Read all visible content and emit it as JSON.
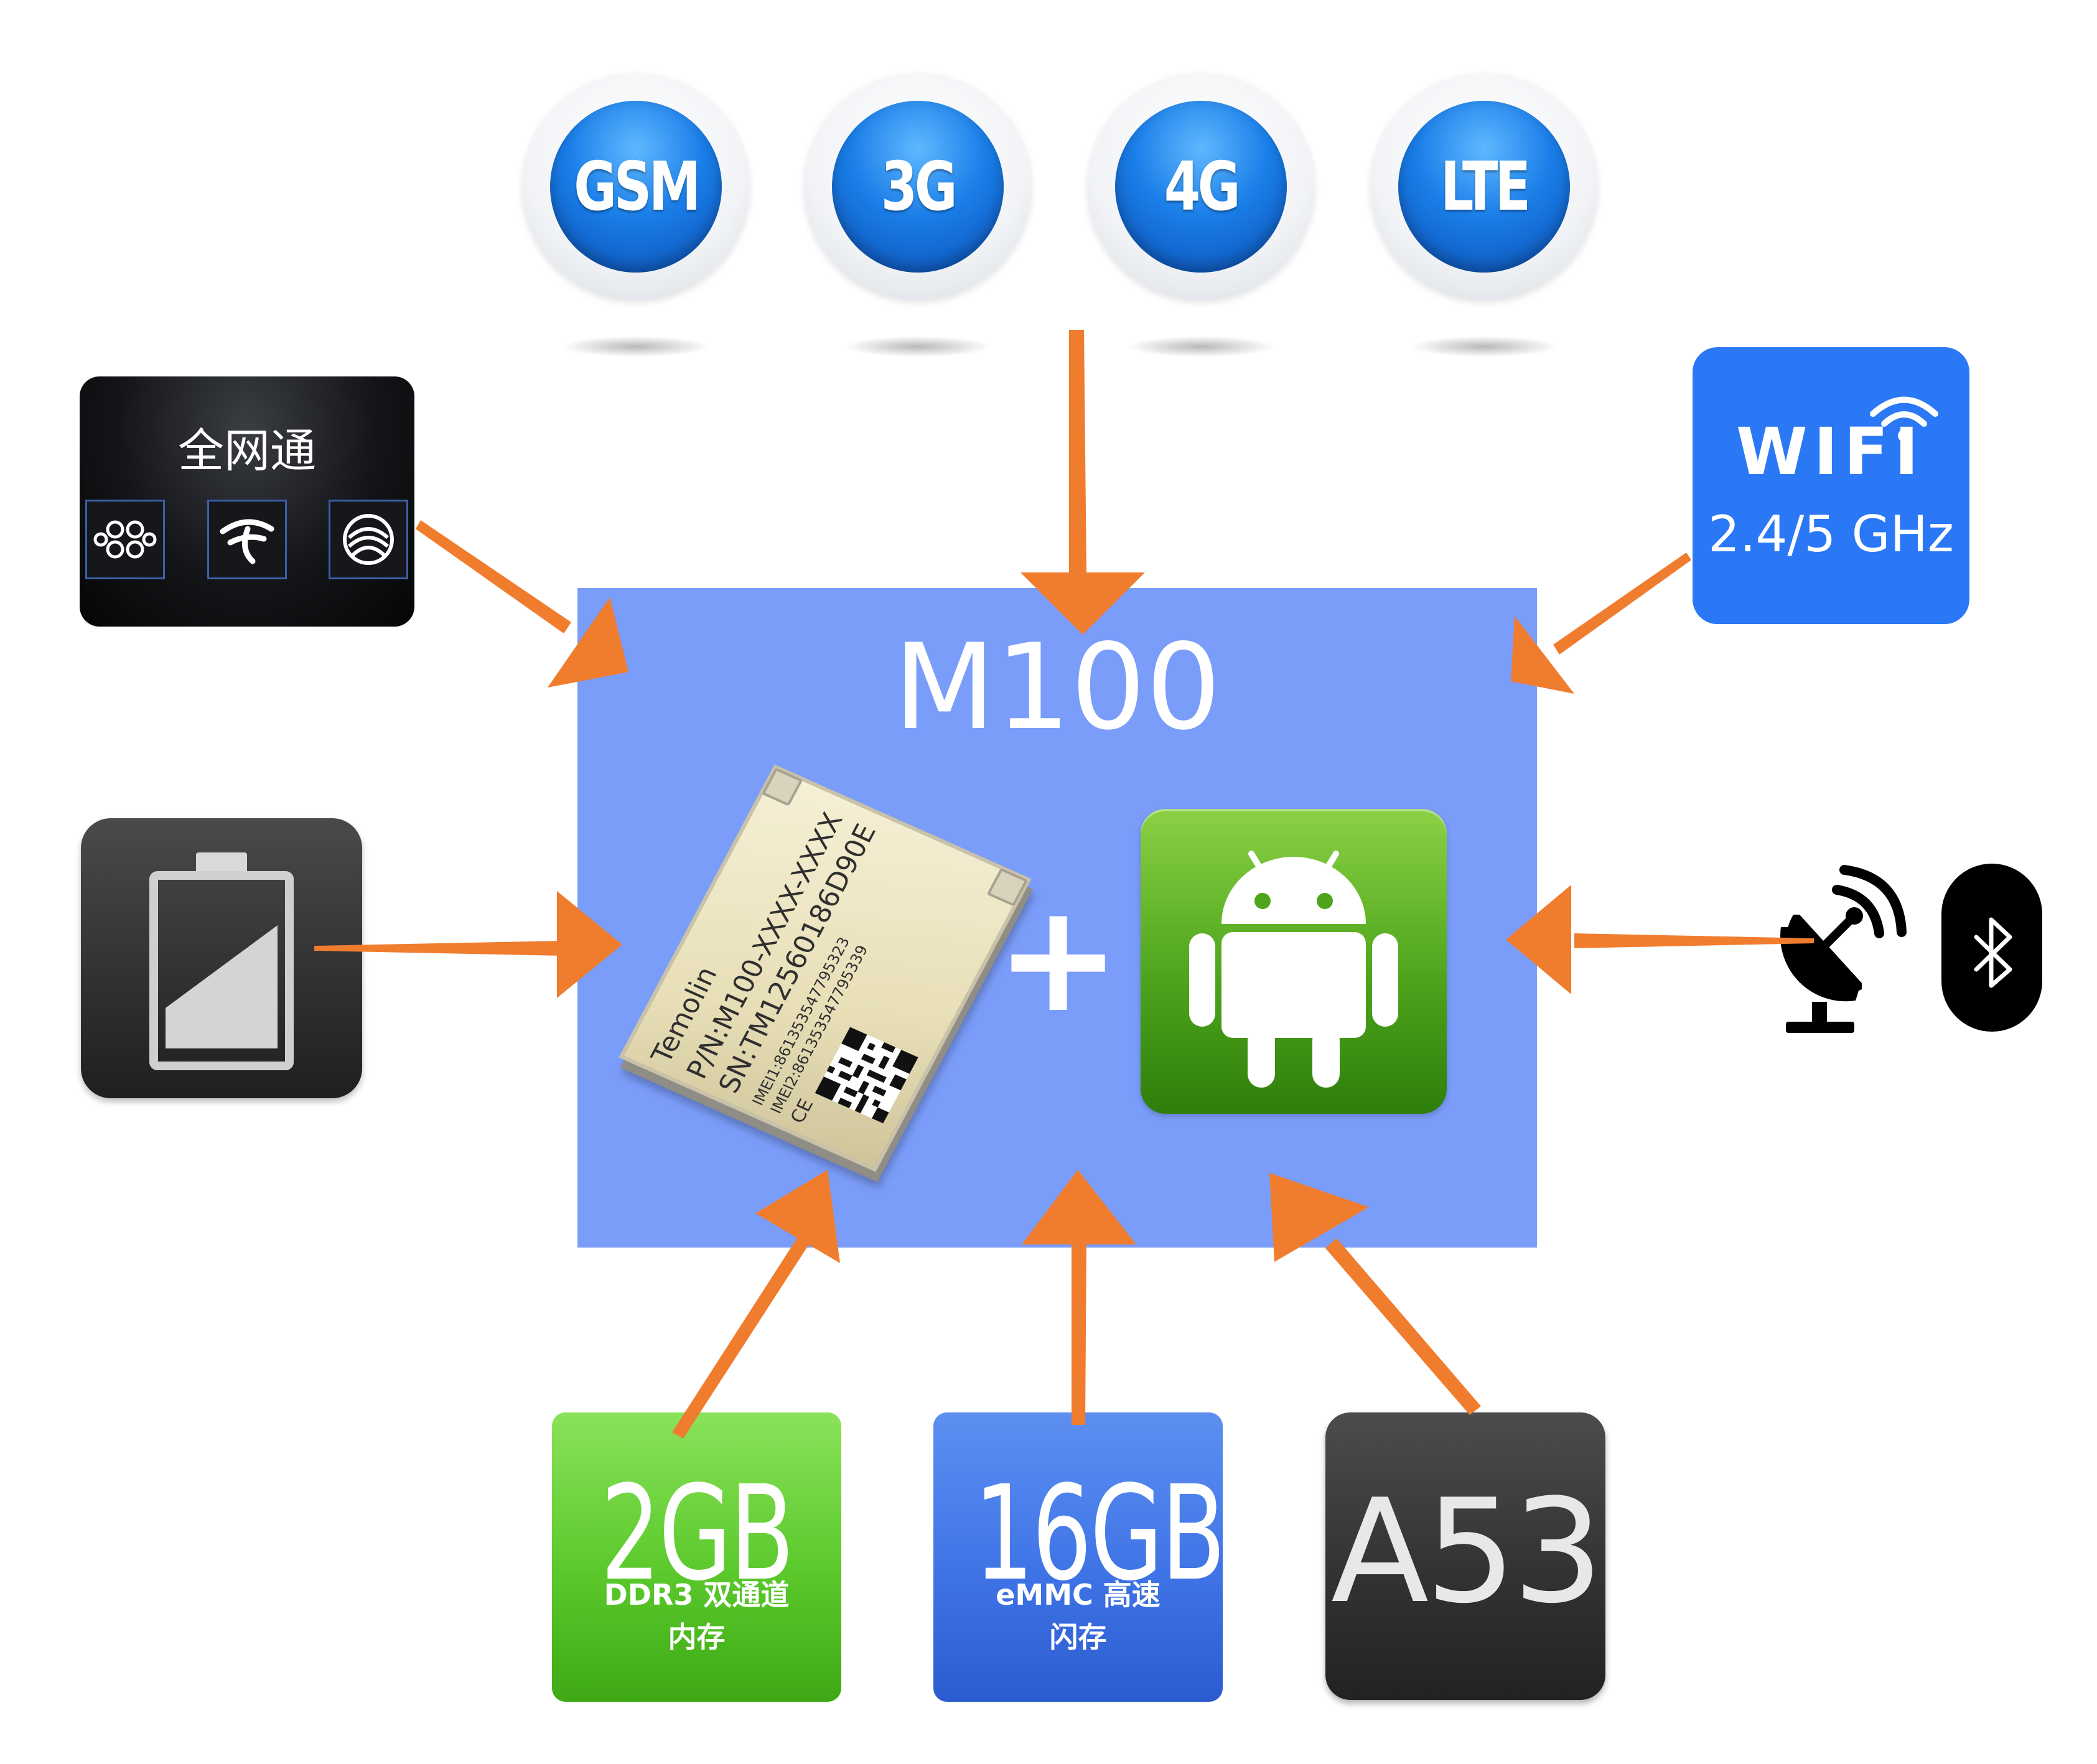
{
  "network_badges": [
    {
      "label": "GSM"
    },
    {
      "label": "3G"
    },
    {
      "label": "4G"
    },
    {
      "label": "LTE"
    }
  ],
  "module": {
    "title": "M100",
    "plus": "+",
    "chip": {
      "brand": "Temolin",
      "part_number": "P/N:M100-XXXX-XXXX",
      "serial_number": "SN:TM12560186D90E",
      "imei1": "IMEI1:861353547795323",
      "imei2": "IMEI2:861353547795339",
      "mark": "CE"
    }
  },
  "left": {
    "netcom": {
      "label": "全网通",
      "carriers": [
        "china-unicom-icon",
        "china-telecom-icon",
        "china-mobile-icon"
      ]
    },
    "battery": {
      "icon": "battery-icon"
    }
  },
  "right": {
    "wifi": {
      "label": "WIFI",
      "band": "2.4/5 GHz",
      "icon": "wifi-signal-icon"
    },
    "gps": {
      "icon": "satellite-dish-icon"
    },
    "bluetooth": {
      "icon": "bluetooth-icon"
    }
  },
  "bottom": {
    "ram": {
      "size": "2GB",
      "type": "DDR3 双通道",
      "kind": "内存"
    },
    "flash": {
      "size": "16GB",
      "type": "eMMC 高速",
      "kind": "闪存"
    },
    "cpu": {
      "name": "A53"
    }
  },
  "colors": {
    "module_box": "#7b9dfa",
    "arrow": "#f07c2e",
    "badge_blue": "#1a7ee8",
    "wifi_tile": "#2a78f5",
    "ram_tile": "#5bc92c",
    "flash_tile": "#3f74e6",
    "android_green": "#4ea51c"
  }
}
